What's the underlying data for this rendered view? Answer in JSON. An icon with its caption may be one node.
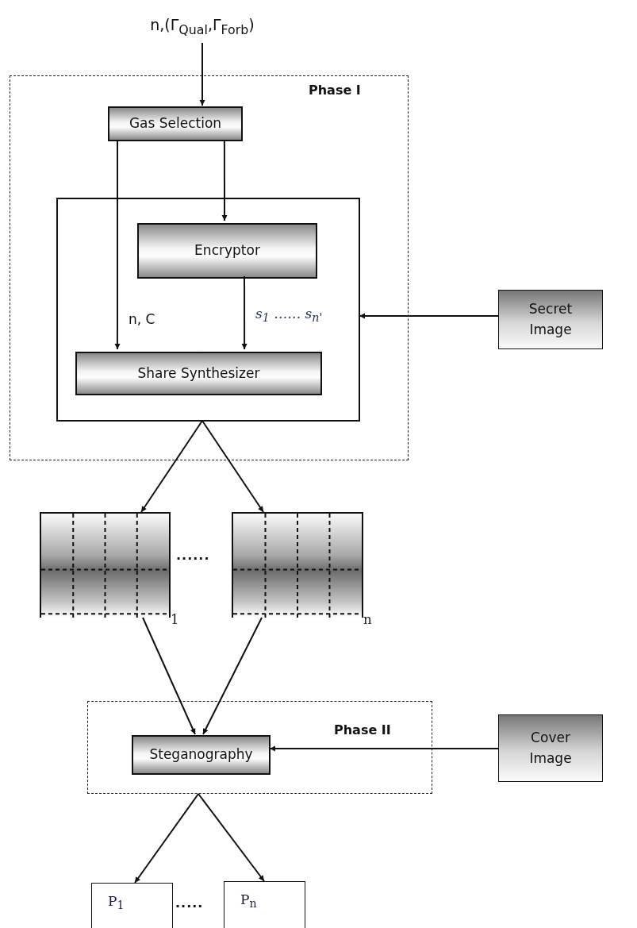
{
  "diagram": {
    "nodes": [
      {
        "text": [
          "n,(Γ$_{Qual}$,Γ$_{Forb}$)"
        ]
      },
      {
        "text": [
          "Phase I"
        ]
      },
      {
        "text": [
          "Gas Selection"
        ],
        "in": 1
      },
      {
        "text": [],
        "shape": "box",
        "in": 1
      },
      {
        "text": [
          "Encryptor"
        ],
        "in": 3
      },
      {
        "text": [
          "Share Synthesizer"
        ],
        "in": 3
      },
      {
        "text": [
          "Secret Image"
        ]
      },
      {
        "text": [],
        "shape": "box",
        "beside": [
          "$_{1}$"
        ]
      },
      {
        "text": [],
        "shape": "box",
        "beside": [
          "$_{n}$"
        ]
      },
      {
        "text": [
          "Phase II"
        ]
      },
      {
        "text": [
          "Steganography"
        ],
        "in": 9
      },
      {
        "text": [
          "Cover Image"
        ]
      },
      {
        "text": [
          "P$_{1}$"
        ]
      },
      {
        "text": [
          "P$_{n}$"
        ]
      }
    ],
    "edges": [
      {
        "from": 0,
        "to": 2,
        "arrow": "to"
      },
      {
        "from": 2,
        "to": 5,
        "arrow": "to",
        "label": "n, C"
      },
      {
        "from": 2,
        "to": 4,
        "arrow": "to"
      },
      {
        "from": 4,
        "to": 5,
        "arrow": "to",
        "label": "s$_{1}$ …… s$_{n'}$"
      },
      {
        "from": 6,
        "to": 3,
        "arrow": "to"
      },
      {
        "from": 3,
        "to": 7,
        "arrow": "to"
      },
      {
        "from": 3,
        "to": 8,
        "arrow": "to"
      },
      {
        "from": 7,
        "to": 10,
        "arrow": "to"
      },
      {
        "from": 8,
        "to": 10,
        "arrow": "to"
      },
      {
        "from": 11,
        "to": 10,
        "arrow": "to"
      },
      {
        "from": 9,
        "to": 12,
        "arrow": "to"
      },
      {
        "from": 9,
        "to": 13,
        "arrow": "to"
      }
    ],
    "labels": [
      "......",
      "....."
    ]
  }
}
